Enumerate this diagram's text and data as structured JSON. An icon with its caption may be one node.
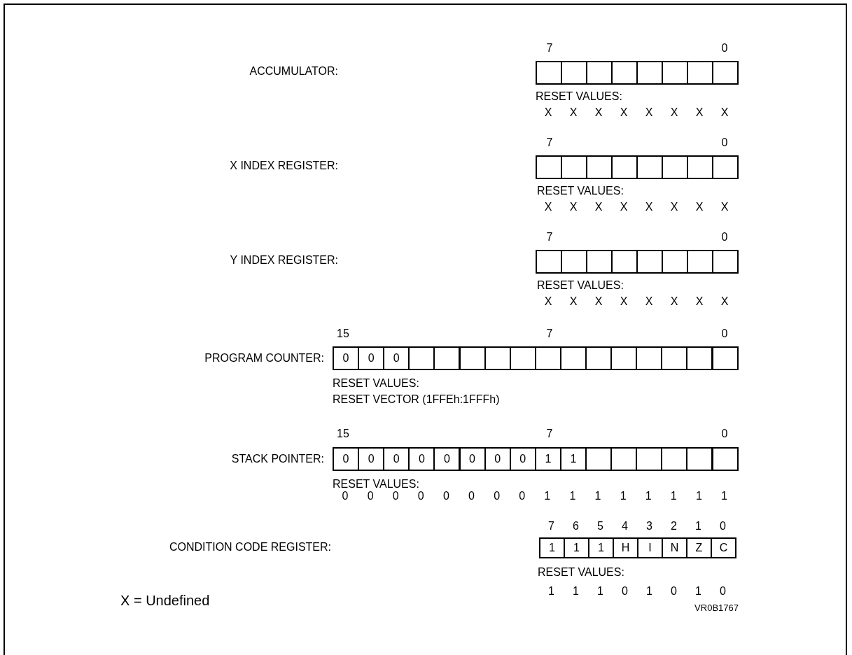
{
  "diagram": {
    "labels": [
      "7",
      "0",
      "ACCUMULATOR:",
      "RESET VALUES:",
      "X",
      "X",
      "X",
      "X",
      "X",
      "X",
      "X",
      "X",
      "7",
      "0",
      "X INDEX REGISTER:",
      "RESET VALUES:",
      "X",
      "X",
      "X",
      "X",
      "X",
      "X",
      "X",
      "X",
      "7",
      "0",
      "Y INDEX REGISTER:",
      "RESET VALUES:",
      "X",
      "X",
      "X",
      "X",
      "X",
      "X",
      "X",
      "X",
      "15",
      "7",
      "0",
      "PROGRAM COUNTER:",
      "0",
      "0",
      "0",
      "RESET VALUES:",
      "RESET VECTOR (1FFEh:1FFFh)",
      "15",
      "7",
      "0",
      "STACK POINTER:",
      "0",
      "0",
      "0",
      "0",
      "0",
      "0",
      "0",
      "0",
      "1",
      "1",
      "RESET VALUES:",
      "0",
      "0",
      "0",
      "0",
      "0",
      "0",
      "0",
      "0",
      "1",
      "1",
      "1",
      "1",
      "1",
      "1",
      "1",
      "1",
      "7",
      "6",
      "5",
      "4",
      "3",
      "2",
      "1",
      "0",
      "CONDITION CODE REGISTER:",
      "1",
      "1",
      "1",
      "H",
      "I",
      "N",
      "Z",
      "C",
      "RESET VALUES:",
      "1",
      "1",
      "1",
      "0",
      "1",
      "0",
      "1",
      "0",
      "X = Undefined",
      "VR0B1767"
    ]
  }
}
